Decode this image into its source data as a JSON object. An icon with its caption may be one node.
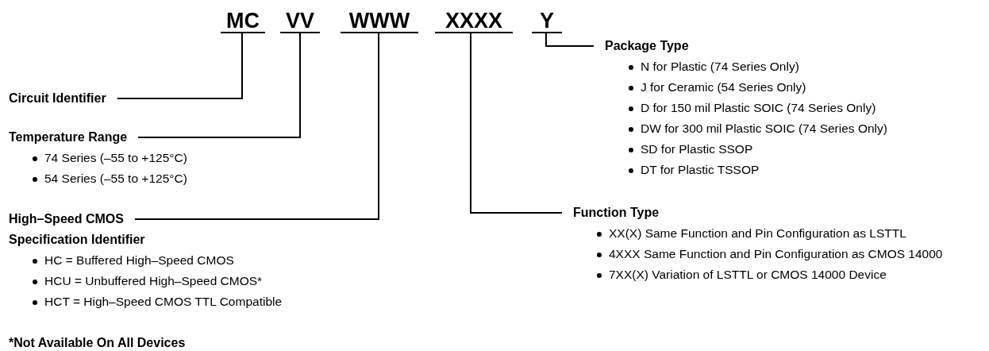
{
  "diagram": {
    "nodes": [
      {
        "text": [
          "MC"
        ]
      },
      {
        "text": [
          "VV"
        ]
      },
      {
        "text": [
          "WWW"
        ]
      },
      {
        "text": [
          "XXXX"
        ]
      },
      {
        "text": [
          "Y"
        ]
      },
      {
        "text": [
          "Package Type",
          "N for Plastic (74 Series Only)",
          "J for Ceramic (54 Series Only)",
          "D for 150 mil Plastic SOIC (74 Series Only)",
          "DW for 300 mil Plastic SOIC (74 Series Only)",
          "SD for Plastic SSOP",
          "DT for Plastic TSSOP"
        ]
      },
      {
        "text": [
          "Circuit Identifier"
        ]
      },
      {
        "text": [
          "Temperature Range",
          "74 Series (–55 to +125°C)",
          "54 Series (–55 to +125°C)"
        ]
      },
      {
        "text": [
          "High–Speed CMOS Specification Identifier",
          "HC = Buffered High–Speed CMOS",
          "HCU = Unbuffered High–Speed CMOS*",
          "HCT = High–Speed CMOS TTL Compatible"
        ]
      },
      {
        "text": [
          "Function Type",
          "XX(X) Same Function and Pin Configuration as LSTTL",
          "4XXX Same Function and Pin Configuration as CMOS 14000",
          "7XX(X) Variation of LSTTL or CMOS 14000 Device"
        ]
      }
    ],
    "edges": [
      {
        "from": 0,
        "to": 6,
        "arrow": "none"
      },
      {
        "from": 1,
        "to": 7,
        "arrow": "none"
      },
      {
        "from": 2,
        "to": 8,
        "arrow": "none"
      },
      {
        "from": 3,
        "to": 9,
        "arrow": "none"
      },
      {
        "from": 4,
        "to": 5,
        "arrow": "none"
      }
    ],
    "labels": [
      "*Not Available On All Devices"
    ]
  }
}
